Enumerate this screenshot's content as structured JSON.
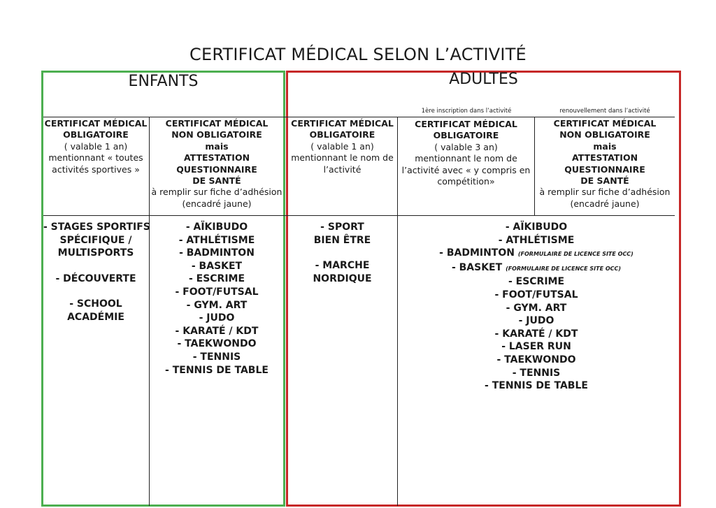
{
  "title": "CERTIFICAT MÉDICAL SELON L’ACTIVITÉ",
  "sections": {
    "children": "ENFANTS",
    "adults": "ADULTES"
  },
  "notes": {
    "first_registration": "1ère inscription dans l’activité",
    "renewal": "renouvellement dans l’activité"
  },
  "headers": {
    "children_mandatory": {
      "bold": [
        "CERTIFICAT MÉDICAL",
        "OBLIGATOIRE"
      ],
      "normal": [
        "( valable 1 an)",
        "mentionnant « toutes",
        "activités sportives »"
      ]
    },
    "children_not_mandatory": {
      "bold": [
        "CERTIFICAT MÉDICAL",
        "NON OBLIGATOIRE",
        "mais",
        "ATTESTATION",
        "QUESTIONNAIRE",
        "DE SANTÉ"
      ],
      "normal": [
        "à remplir sur fiche d’adhésion",
        "(encadré jaune)"
      ]
    },
    "adults_mandatory_1yr": {
      "bold": [
        "CERTIFICAT MÉDICAL",
        "OBLIGATOIRE"
      ],
      "normal": [
        "( valable 1 an)",
        "mentionnant le nom de",
        "l’activité"
      ]
    },
    "adults_mandatory_3yr": {
      "bold": [
        "CERTIFICAT MÉDICAL",
        "OBLIGATOIRE"
      ],
      "normal": [
        "( valable 3 an)",
        "mentionnant le nom de",
        "l’activité avec « y compris en",
        "compétition»"
      ]
    },
    "adults_not_mandatory": {
      "bold": [
        "CERTIFICAT MÉDICAL",
        "NON OBLIGATOIRE",
        "mais",
        "ATTESTATION",
        "QUESTIONNAIRE",
        "DE SANTÉ"
      ],
      "normal": [
        "à remplir sur fiche d’adhésion",
        "(encadré jaune)"
      ]
    }
  },
  "lists": {
    "children_mandatory": {
      "group1": [
        "- STAGES SPORTIFS",
        "SPÉCIFIQUE /",
        "MULTISPORTS"
      ],
      "group2": [
        "- DÉCOUVERTE"
      ],
      "group3": [
        "- SCHOOL",
        "ACADÉMIE"
      ]
    },
    "children_not_mandatory": [
      "- AÏKIBUDO",
      "- ATHLÉTISME",
      "- BADMINTON",
      "- BASKET",
      "- ESCRIME",
      "- FOOT/FUTSAL",
      "- GYM. ART",
      "- JUDO",
      "- KARATÉ / KDT",
      "- TAEKWONDO",
      "- TENNIS",
      "- TENNIS DE TABLE"
    ],
    "adults_mandatory": {
      "group1": [
        "- SPORT",
        "BIEN ÊTRE"
      ],
      "group2": [
        "- MARCHE",
        "NORDIQUE"
      ]
    },
    "adults_other": {
      "items_a": [
        "- AÏKIBUDO",
        "- ATHLÉTISME"
      ],
      "badminton": "- BADMINTON",
      "badminton_note": "(FORMULAIRE DE LICENCE SITE OCC)",
      "basket": "- BASKET",
      "basket_note": "(FORMULAIRE DE LICENCE SITE OCC)",
      "items_b": [
        "- ESCRIME",
        "- FOOT/FUTSAL",
        "- GYM. ART",
        "- JUDO",
        "- KARATÉ / KDT",
        "- LASER RUN",
        "- TAEKWONDO",
        "- TENNIS",
        "- TENNIS DE TABLE"
      ]
    }
  }
}
